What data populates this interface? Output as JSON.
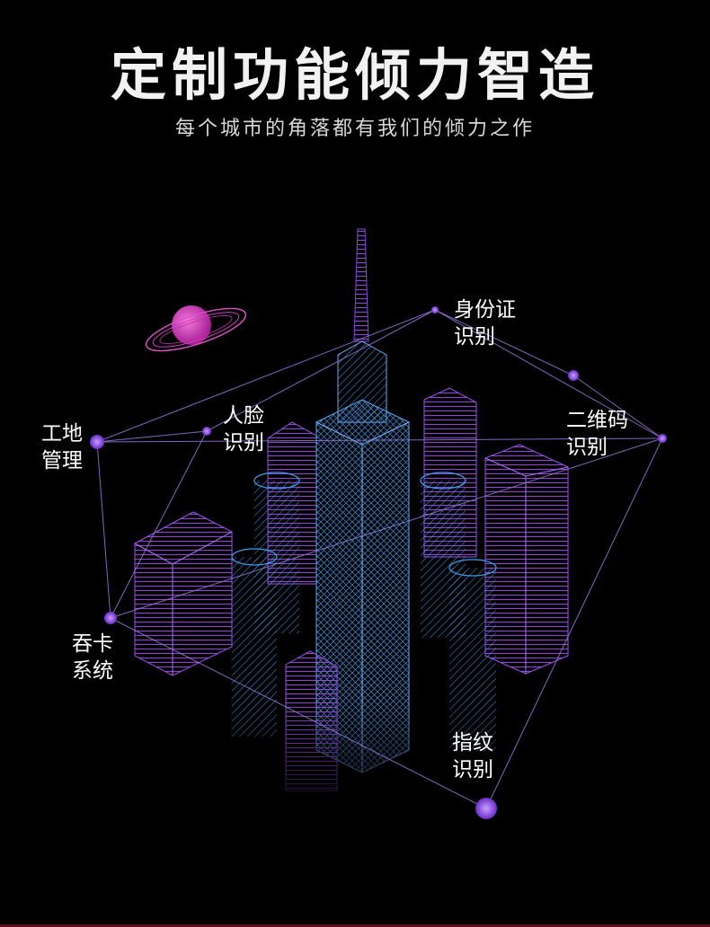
{
  "header": {
    "title": "定制功能倾力智造",
    "subtitle": "每个城市的角落都有我们的倾力之作"
  },
  "features": [
    {
      "id": "id-card",
      "line1": "身份证",
      "line2": "识别"
    },
    {
      "id": "qr-code",
      "line1": "二维码",
      "line2": "识别"
    },
    {
      "id": "site-management",
      "line1": "工地",
      "line2": "管理"
    },
    {
      "id": "face",
      "line1": "人脸",
      "line2": "识别"
    },
    {
      "id": "card-swallow",
      "line1": "吞卡",
      "line2": "系统"
    },
    {
      "id": "fingerprint",
      "line1": "指纹",
      "line2": "识别"
    }
  ],
  "colors": {
    "background": "#000000",
    "purple": "#8a3fd6",
    "blue": "#2e8de0",
    "pink": "#e040c0",
    "line": "#9a7ae0"
  },
  "icons": {
    "planet": "planet-icon"
  }
}
